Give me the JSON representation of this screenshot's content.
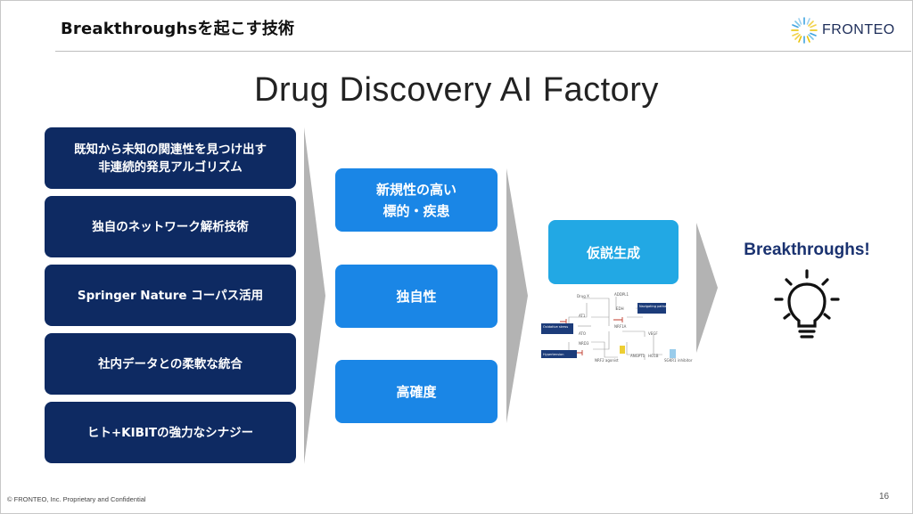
{
  "header": {
    "title": "Breakthroughsを起こす技術"
  },
  "logo": {
    "text": "FRONTEO"
  },
  "main": {
    "title": "Drug Discovery AI Factory",
    "inputs": [
      {
        "line1": "既知から未知の関連性を見つけ出す",
        "line2": "非連続的発見アルゴリズム"
      },
      {
        "line1": "独自のネットワーク解析技術",
        "line2": ""
      },
      {
        "line1": "Springer Nature コーパス活用",
        "line2": ""
      },
      {
        "line1": "社内データとの柔軟な統合",
        "line2": ""
      },
      {
        "line1": "ヒト+KIBITの強力なシナジー",
        "line2": ""
      }
    ],
    "features": [
      {
        "line1": "新規性の高い",
        "line2": "標的・疾患"
      },
      {
        "line1": "独自性",
        "line2": ""
      },
      {
        "line1": "高確度",
        "line2": ""
      }
    ],
    "hypothesis": {
      "label": "仮説生成"
    },
    "result": {
      "label": "Breakthroughs!"
    },
    "diagram_labels": {
      "a": "Drug X",
      "b": "ADDPL1",
      "c": "EDH",
      "d": "Navigating pathway",
      "e": "AT1",
      "f": "NRF1A",
      "g": "VEGF",
      "h": "Oxidative stress",
      "i": "ATO",
      "j": "NRD3",
      "k": "Hypertension",
      "l": "NRF2 agonist",
      "m": "ANGPT1",
      "n": "HO1B",
      "o": "SGKR1 inhibitor"
    }
  },
  "footer": {
    "copyright": "© FRONTEO, Inc.  Proprietary and Confidential",
    "page": "16"
  },
  "colors": {
    "navy": "#0e2a62",
    "blue": "#1a86e6",
    "cyan": "#22a8e4",
    "arrow": "#b3b3b3"
  }
}
